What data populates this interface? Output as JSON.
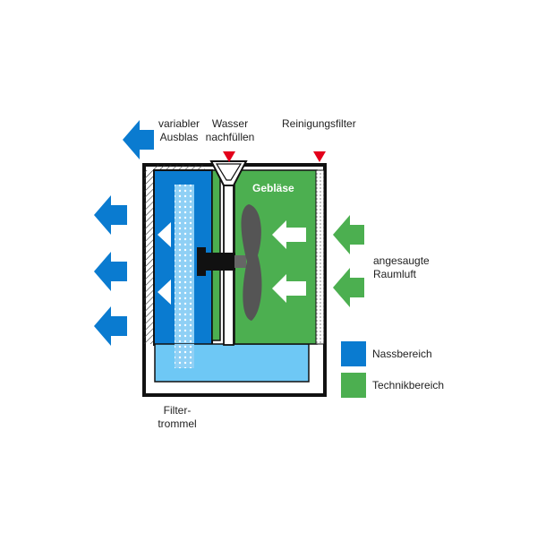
{
  "labels": {
    "variable_exhaust": [
      "variabler",
      "Ausblas"
    ],
    "refill_water": [
      "Wasser",
      "nachfüllen"
    ],
    "cleaning_filter": "Reinigungsfilter",
    "blower": "Gebläse",
    "intake_air": [
      "angesaugte",
      "Raumluft"
    ],
    "filter_drum": [
      "Filter-",
      "trommel"
    ]
  },
  "legend": [
    {
      "label": "Nassbereich",
      "color": "#0a7bd0"
    },
    {
      "label": "Technikbereich",
      "color": "#4caf50"
    }
  ],
  "colors": {
    "wet_blue": "#0a7bd0",
    "tech_green": "#4caf50",
    "water": "#6ec8f5",
    "red_marker": "#e3001b",
    "outline": "#111111"
  }
}
